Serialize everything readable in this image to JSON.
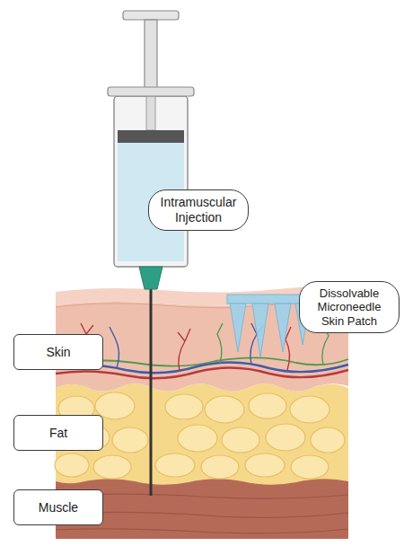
{
  "diagram": {
    "nodes": [
      {
        "text": [
          "Intramuscular Injection"
        ]
      },
      {
        "text": [
          "Dissolvable Microneedle Skin Patch"
        ]
      },
      {
        "text": [
          "Skin"
        ]
      },
      {
        "text": [
          "Fat"
        ]
      },
      {
        "text": [
          "Muscle"
        ]
      }
    ]
  }
}
